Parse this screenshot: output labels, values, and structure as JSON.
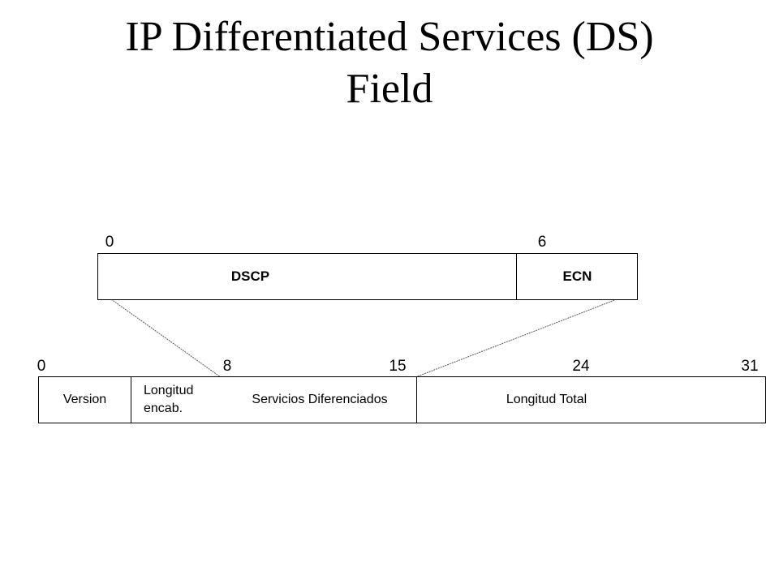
{
  "title": {
    "line1": "IP Differentiated Services (DS)",
    "line2": "Field"
  },
  "ds_field": {
    "bit_start": "0",
    "bit_ecn": "6",
    "fields": [
      {
        "label": "DSCP"
      },
      {
        "label": "ECN"
      }
    ]
  },
  "ip_header": {
    "bit_labels": [
      "0",
      "8",
      "15",
      "24",
      "31"
    ],
    "fields": [
      {
        "label": "Version"
      },
      {
        "label_line1": "Longitud",
        "label_line2": "encab."
      },
      {
        "label": "Servicios Diferenciados"
      },
      {
        "label": "Longitud Total"
      }
    ]
  }
}
